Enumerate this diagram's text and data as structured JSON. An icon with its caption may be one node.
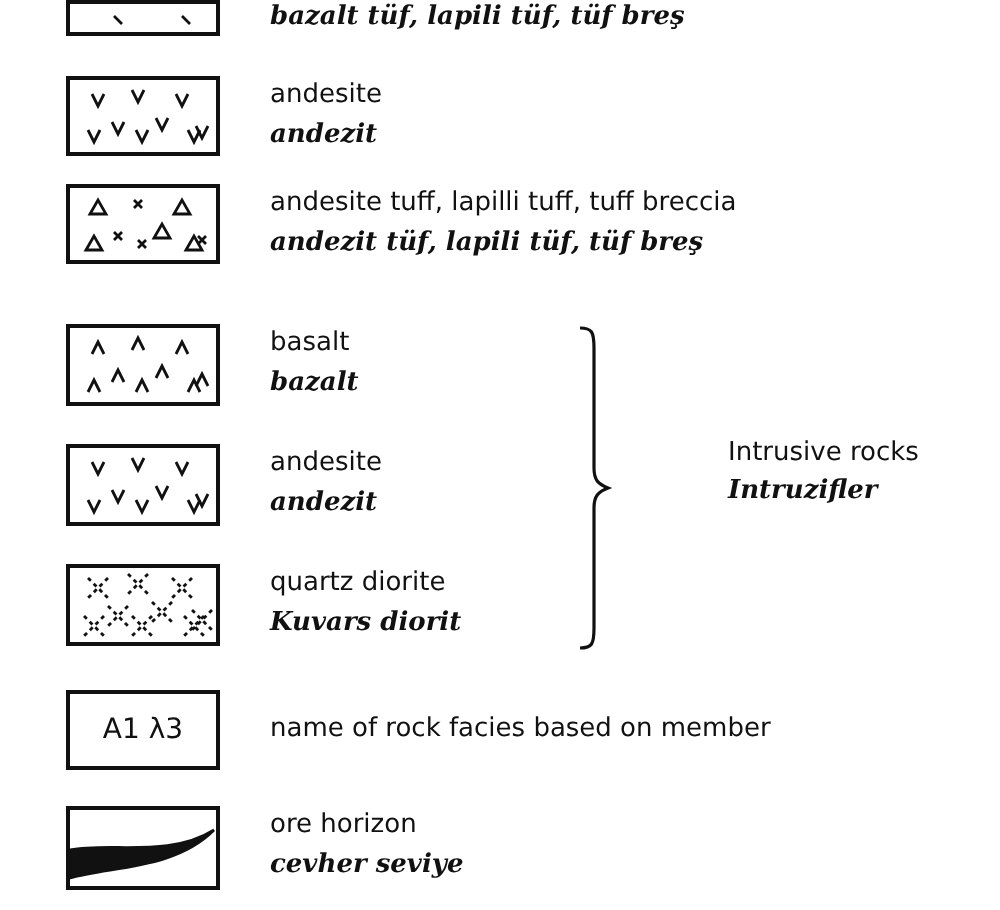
{
  "diagram": {
    "nodes": [
      {
        "text": [],
        "shape": "box",
        "beside": [
          "bazalt tüf, lapili tüf, tüf breş"
        ]
      },
      {
        "text": [],
        "shape": "box",
        "beside": [
          "andesite",
          "andezit"
        ]
      },
      {
        "text": [],
        "shape": "box",
        "beside": [
          "andesite tuff, lapilli tuff, tuff breccia",
          "andezit tüf, lapili tüf, tüf breş"
        ]
      },
      {
        "text": [],
        "shape": "box",
        "beside": [
          "basalt",
          "bazalt"
        ]
      },
      {
        "text": [],
        "shape": "box",
        "beside": [
          "andesite",
          "andezit"
        ]
      },
      {
        "text": [],
        "shape": "box",
        "beside": [
          "quartz diorite",
          "Kuvars diorit"
        ]
      },
      {
        "text": [
          "A1 λ3"
        ],
        "beside": [
          "name of rock facies based on member"
        ]
      },
      {
        "text": [],
        "shape": "box",
        "beside": [
          "ore horizon",
          "cevher seviye"
        ]
      }
    ],
    "labels": [
      "Intrusive rocks",
      "Intruzifler"
    ]
  }
}
